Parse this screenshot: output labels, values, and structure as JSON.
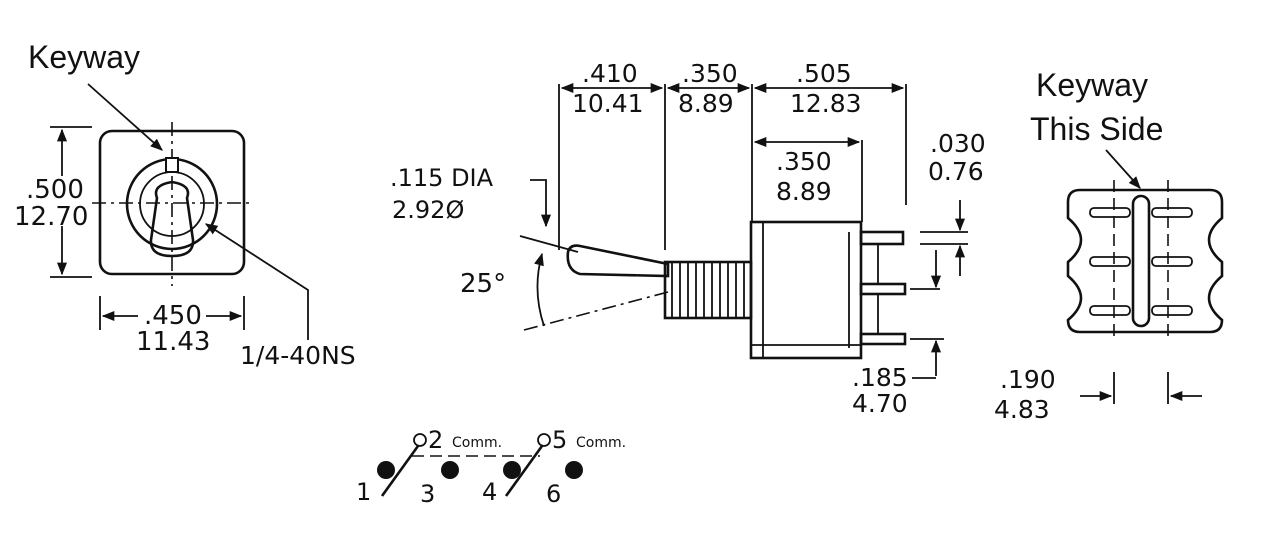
{
  "front_view": {
    "keyway_label": "Keyway",
    "height_in": ".500",
    "height_mm": "12.70",
    "width_in": ".450",
    "width_mm": "11.43",
    "thread_label": "1/4-40NS"
  },
  "side_view": {
    "dim_a_in": ".410",
    "dim_a_mm": "10.41",
    "dim_b_in": ".350",
    "dim_b_mm": "8.89",
    "dim_c_in": ".505",
    "dim_c_mm": "12.83",
    "dim_d_in": ".350",
    "dim_d_mm": "8.89",
    "dim_e_in": ".030",
    "dim_e_mm": "0.76",
    "dia_in": ".115 DIA",
    "dia_mm": "2.92Ø",
    "angle": "25°",
    "dim_f_in": ".185",
    "dim_f_mm": "4.70"
  },
  "bottom_view": {
    "keyway_line1": "Keyway",
    "keyway_line2": "This Side",
    "dim_in": ".190",
    "dim_mm": "4.83"
  },
  "schematic": {
    "pin1": "1",
    "pin2": "2",
    "pin3": "3",
    "pin4": "4",
    "pin5": "5",
    "pin6": "6",
    "comm_label_a": "Comm.",
    "comm_label_b": "Comm."
  }
}
